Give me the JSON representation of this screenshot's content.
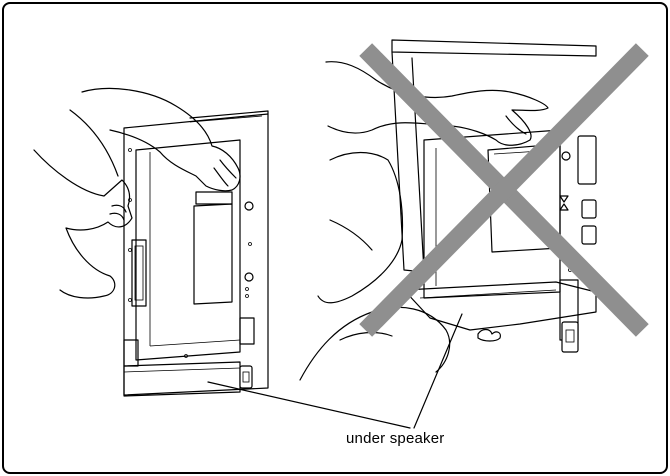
{
  "callout": {
    "label": "under speaker"
  },
  "panels": [
    {
      "id": "correct-handling"
    },
    {
      "id": "incorrect-handling",
      "marked": "x-mark"
    }
  ],
  "colors": {
    "x_mark": "#8f8f8f",
    "line": "#000000",
    "background": "#ffffff"
  }
}
